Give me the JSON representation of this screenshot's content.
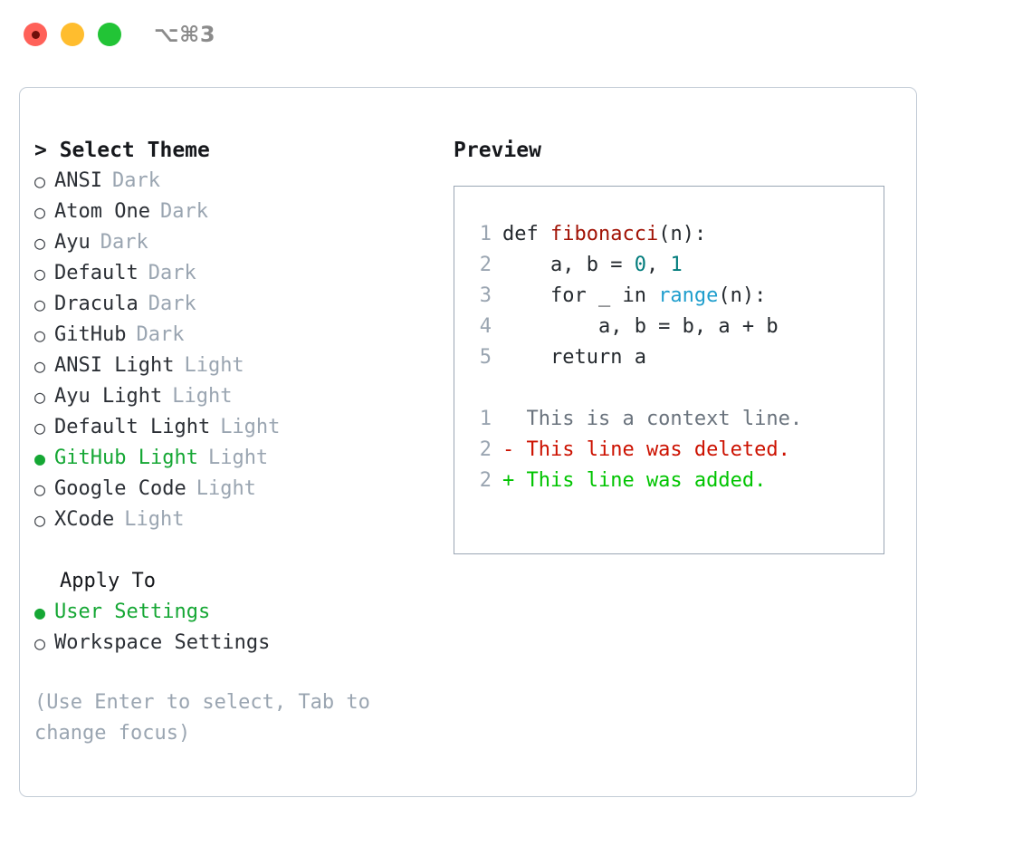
{
  "titlebar": {
    "shortcut": "⌥⌘3",
    "lights": [
      {
        "name": "close",
        "color": "#ff6159"
      },
      {
        "name": "minimize",
        "color": "#ffbd2e"
      },
      {
        "name": "maximize",
        "color": "#22c436"
      }
    ]
  },
  "theme_picker": {
    "heading": "> Select Theme",
    "radio_empty": "○",
    "radio_filled": "●",
    "items": [
      {
        "label": "ANSI",
        "tag": "Dark",
        "selected": false
      },
      {
        "label": "Atom One",
        "tag": "Dark",
        "selected": false
      },
      {
        "label": "Ayu",
        "tag": "Dark",
        "selected": false
      },
      {
        "label": "Default",
        "tag": "Dark",
        "selected": false
      },
      {
        "label": "Dracula",
        "tag": "Dark",
        "selected": false
      },
      {
        "label": "GitHub",
        "tag": "Dark",
        "selected": false
      },
      {
        "label": "ANSI Light",
        "tag": "Light",
        "selected": false
      },
      {
        "label": "Ayu Light",
        "tag": "Light",
        "selected": false
      },
      {
        "label": "Default Light",
        "tag": "Light",
        "selected": false
      },
      {
        "label": "GitHub Light",
        "tag": "Light",
        "selected": true
      },
      {
        "label": "Google Code",
        "tag": "Light",
        "selected": false
      },
      {
        "label": "XCode",
        "tag": "Light",
        "selected": false
      }
    ]
  },
  "apply_to": {
    "heading": "Apply To",
    "items": [
      {
        "label": "User Settings",
        "selected": true
      },
      {
        "label": "Workspace Settings",
        "selected": false
      }
    ]
  },
  "hint": "(Use Enter to select, Tab to\nchange focus)",
  "preview": {
    "title": "Preview",
    "code_lines": [
      {
        "num": "1",
        "parts": [
          {
            "t": "def ",
            "c": "plain"
          },
          {
            "t": "fibonacci",
            "c": "fn"
          },
          {
            "t": "(n):",
            "c": "plain"
          }
        ]
      },
      {
        "num": "2",
        "parts": [
          {
            "t": "    a, b = ",
            "c": "plain"
          },
          {
            "t": "0",
            "c": "num"
          },
          {
            "t": ", ",
            "c": "plain"
          },
          {
            "t": "1",
            "c": "num"
          }
        ]
      },
      {
        "num": "3",
        "parts": [
          {
            "t": "    for _ in ",
            "c": "plain"
          },
          {
            "t": "range",
            "c": "call"
          },
          {
            "t": "(n):",
            "c": "plain"
          }
        ]
      },
      {
        "num": "4",
        "parts": [
          {
            "t": "        a, b = b, a + b",
            "c": "plain"
          }
        ]
      },
      {
        "num": "5",
        "parts": [
          {
            "t": "    return a",
            "c": "plain"
          }
        ]
      }
    ],
    "diff_lines": [
      {
        "num": "1",
        "marker": " ",
        "text": "  This is a context line.",
        "kind": "ctx"
      },
      {
        "num": "2",
        "marker": " ",
        "text": "- This line was deleted.",
        "kind": "del"
      },
      {
        "num": "2",
        "marker": " ",
        "text": "+ This line was added.",
        "kind": "add"
      }
    ]
  },
  "colors": {
    "accent_green": "#15a734",
    "diff_add": "#00c400",
    "diff_del": "#cc1100",
    "muted": "#9aa5b1",
    "syntax_function": "#a11205",
    "syntax_number": "#017c7c",
    "syntax_call": "#1f9ecd"
  }
}
